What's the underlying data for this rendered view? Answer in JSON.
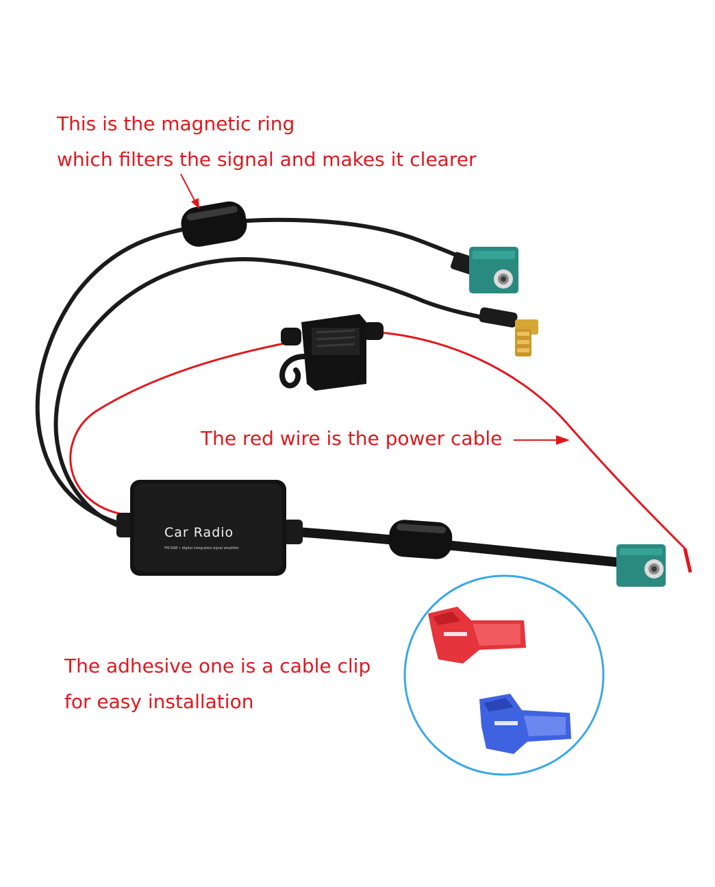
{
  "annotations": {
    "magnetic_ring_line1": "This is the magnetic ring",
    "magnetic_ring_line2": "which filters the signal and makes it clearer",
    "power_cable": "The red wire is the power cable",
    "cable_clip_line1": "The adhesive one is a cable clip",
    "cable_clip_line2": "for easy installation"
  },
  "amplifier": {
    "title": "Car Radio",
    "subtitle": "FM DAB • digital integrated signal amplifier"
  },
  "colors": {
    "annotation_text": "#e0171d",
    "cable": "#1b1b1b",
    "power_wire": "#e3161c",
    "fakra_connector": "#2a8a80",
    "smb_connector": "#d6a735",
    "clip_red": "#e5343b",
    "clip_blue": "#3f63e0",
    "circle_outline": "#3aa7e6"
  }
}
